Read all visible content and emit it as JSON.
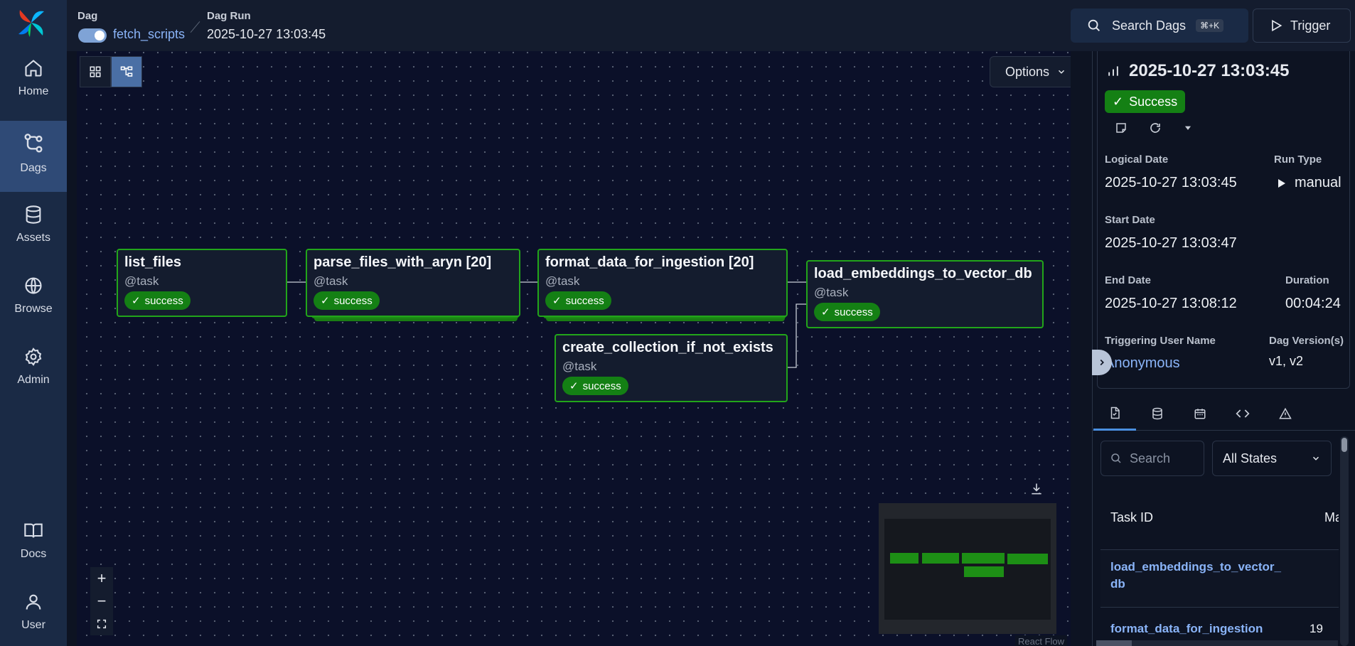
{
  "nav": [
    {
      "label": "Home",
      "icon": "home-icon"
    },
    {
      "label": "Dags",
      "icon": "dags-icon",
      "active": true
    },
    {
      "label": "Assets",
      "icon": "database-icon"
    },
    {
      "label": "Browse",
      "icon": "globe-icon"
    },
    {
      "label": "Admin",
      "icon": "gear-icon"
    },
    {
      "label": "Docs",
      "icon": "book-icon"
    },
    {
      "label": "User",
      "icon": "user-icon"
    }
  ],
  "breadcrumb": {
    "dag_caption": "Dag",
    "dag_name": "fetch_scripts",
    "dag_paused": false,
    "run_caption": "Dag Run",
    "run_name": "2025-10-27 13:03:45"
  },
  "header": {
    "search_label": "Search Dags",
    "search_shortcut": "⌘+K",
    "trigger_label": "Trigger"
  },
  "graph": {
    "options_label": "Options",
    "nodes": [
      {
        "id": "list_files",
        "title": "list_files",
        "sub": "@task",
        "state": "success",
        "mapped": false
      },
      {
        "id": "parse_files_with_aryn",
        "title": "parse_files_with_aryn [20]",
        "sub": "@task",
        "state": "success",
        "mapped": true
      },
      {
        "id": "format_data_for_ingestion",
        "title": "format_data_for_ingestion [20]",
        "sub": "@task",
        "state": "success",
        "mapped": true
      },
      {
        "id": "load_embeddings_to_vector_db",
        "title": "load_embeddings_to_vector_db",
        "sub": "@task",
        "state": "success",
        "mapped": false
      },
      {
        "id": "create_collection_if_not_exists",
        "title": "create_collection_if_not_exists",
        "sub": "@task",
        "state": "success",
        "mapped": false
      }
    ],
    "zoom_in": "+",
    "zoom_out": "−",
    "attribution": "React Flow",
    "colors": {
      "success": "#148014",
      "node_border": "#22a51a",
      "canvas": "#0b1029"
    }
  },
  "details": {
    "title": "2025-10-27 13:03:45",
    "state": "Success",
    "logical_date_label": "Logical Date",
    "logical_date": "2025-10-27 13:03:45",
    "run_type_label": "Run Type",
    "run_type": "manual",
    "start_date_label": "Start Date",
    "start_date": "2025-10-27 13:03:47",
    "end_date_label": "End Date",
    "end_date": "2025-10-27 13:08:12",
    "duration_label": "Duration",
    "duration": "00:04:24",
    "triggering_user_label": "Triggering User Name",
    "triggering_user": "Anonymous",
    "dag_version_label": "Dag Version(s)",
    "dag_version": "v1, v2"
  },
  "task_table": {
    "search_placeholder": "Search",
    "state_filter": "All States",
    "columns": [
      "Task ID",
      "Ma"
    ],
    "rows": [
      {
        "task_id_line1": "load_embeddings_to_vector_",
        "task_id_line2": "db",
        "count": ""
      },
      {
        "task_id_line1": "format_data_for_ingestion",
        "task_id_line2": "",
        "count": "19"
      }
    ]
  }
}
